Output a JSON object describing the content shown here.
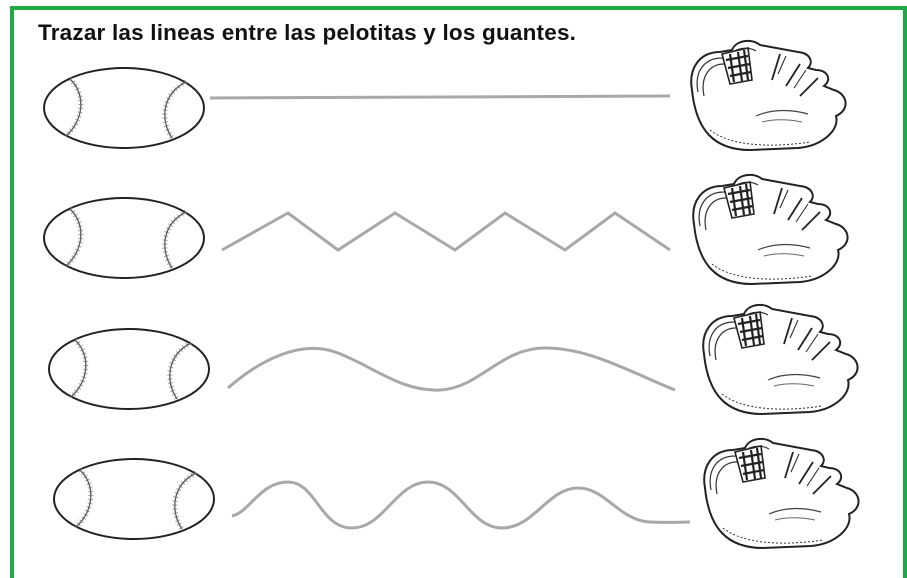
{
  "worksheet": {
    "title": "Trazar las lineas entre las pelotitas y los guantes.",
    "border_color": "#1fa843",
    "trace_line_color": "#a8a8a8",
    "outline_color": "#222222",
    "rows": [
      {
        "path_type": "straight",
        "ball_icon": "baseball-icon",
        "glove_icon": "baseball-glove-icon"
      },
      {
        "path_type": "zigzag",
        "ball_icon": "baseball-icon",
        "glove_icon": "baseball-glove-icon"
      },
      {
        "path_type": "gentle-wave",
        "ball_icon": "baseball-icon",
        "glove_icon": "baseball-glove-icon"
      },
      {
        "path_type": "tight-wave",
        "ball_icon": "baseball-icon",
        "glove_icon": "baseball-glove-icon"
      }
    ]
  }
}
